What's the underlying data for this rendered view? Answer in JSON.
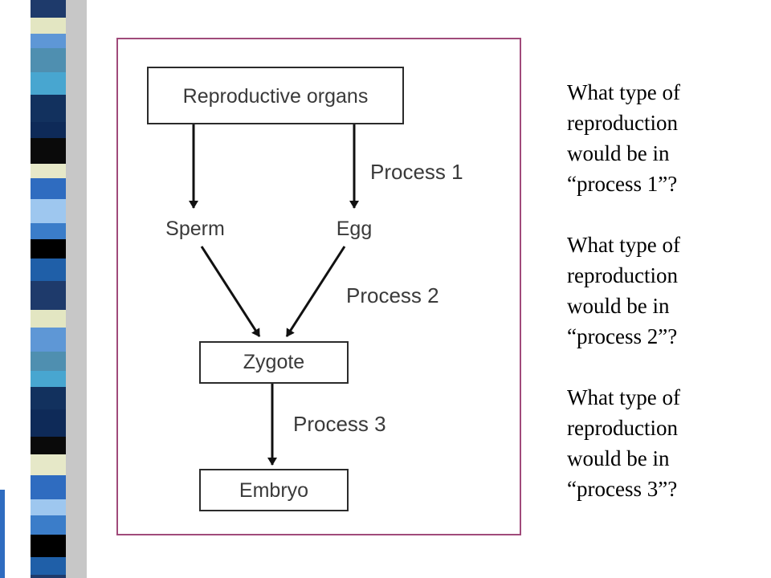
{
  "theme": {
    "frame_border": "#a04a7a",
    "stripe_colors": [
      "#1e3a6b",
      "#4f8fb0",
      "#0e2a58",
      "#2f6cc0",
      "#000000",
      "#e3e6c2",
      "#48a6d0",
      "#0a0a0a",
      "#9ec7ef",
      "#1f5fa8",
      "#5e97d6",
      "#12315e",
      "#e6e8c8",
      "#3b7dc9"
    ]
  },
  "diagram": {
    "nodes": {
      "organs": "Reproductive organs",
      "sperm": "Sperm",
      "egg": "Egg",
      "zygote": "Zygote",
      "embryo": "Embryo"
    },
    "processes": {
      "p1": "Process 1",
      "p2": "Process 2",
      "p3": "Process 3"
    },
    "edges": [
      {
        "from": "organs",
        "to": "sperm"
      },
      {
        "from": "organs",
        "to": "egg"
      },
      {
        "from": "sperm",
        "to": "zygote"
      },
      {
        "from": "egg",
        "to": "zygote"
      },
      {
        "from": "zygote",
        "to": "embryo"
      }
    ]
  },
  "questions": [
    {
      "lines": [
        "What type of",
        "reproduction",
        "would be in",
        "“process 1”?"
      ]
    },
    {
      "lines": [
        "What type of",
        "reproduction",
        "would be in",
        "“process 2”?"
      ]
    },
    {
      "lines": [
        "What type of",
        "reproduction",
        "would be in",
        "“process 3”?"
      ]
    }
  ]
}
